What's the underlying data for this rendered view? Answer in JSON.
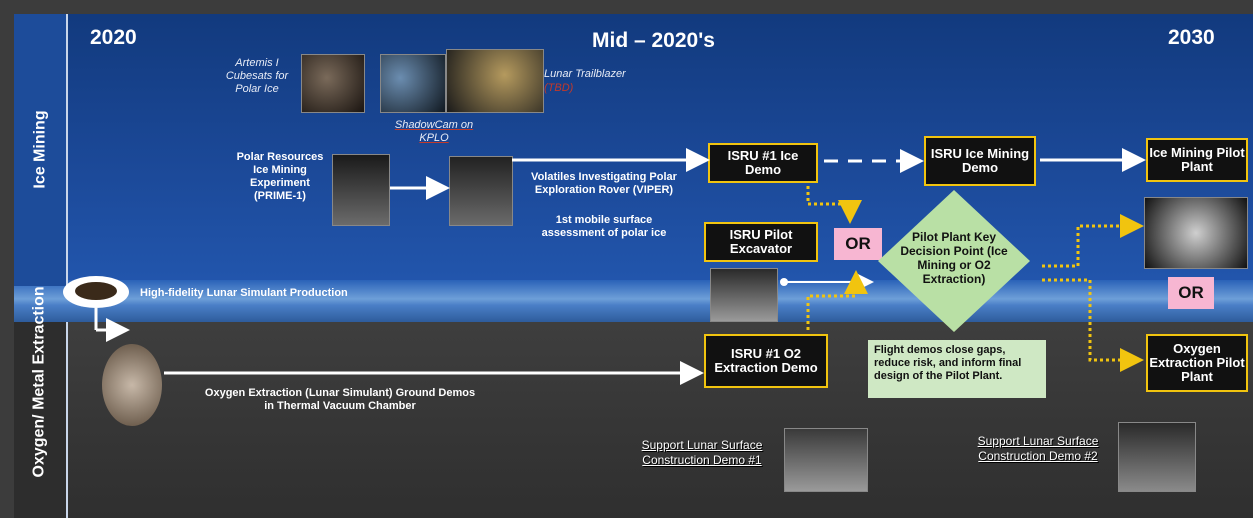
{
  "rows": {
    "top_label": "Ice Mining",
    "bottom_label": "Oxygen/ Metal Extraction"
  },
  "timeline": {
    "start": "2020",
    "mid": "Mid – 2020's",
    "end": "2030"
  },
  "missions": {
    "artemis": "Artemis I Cubesats for Polar Ice",
    "trailblazer": "Lunar Trailblazer",
    "trailblazer_sub": "(TBD)",
    "shadowcam": "ShadowCam on KPLO",
    "prime": "Polar Resources Ice Mining Experiment (PRIME-1)",
    "viper": "Volatiles Investigating Polar Exploration Rover (VIPER)",
    "viper_sub": "1st mobile surface assessment of polar ice",
    "simulant": "High-fidelity Lunar Simulant Production",
    "oxygen_ground": "Oxygen Extraction (Lunar Simulant) Ground Demos in Thermal Vacuum Chamber"
  },
  "boxes": {
    "ice_demo": "ISRU #1 Ice Demo",
    "ice_mining_demo": "ISRU Ice Mining Demo",
    "ice_pilot": "Ice Mining Pilot Plant",
    "excavator": "ISRU Pilot Excavator",
    "o2_demo": "ISRU #1 O2 Extraction Demo",
    "oxygen_pilot": "Oxygen Extraction Pilot Plant"
  },
  "decision": "Pilot Plant Key Decision Point (Ice Mining or O2 Extraction)",
  "or_label": "OR",
  "note": "Flight demos close gaps, reduce risk, and inform final design of the Pilot Plant.",
  "support": {
    "demo1": "Support Lunar Surface Construction Demo #1",
    "demo2": "Support Lunar Surface Construction Demo #2"
  },
  "colors": {
    "accent_box_border": "#f1c40f",
    "or_fill": "#f7b6d2",
    "decision_fill": "#b9e0a5",
    "arrow": "#ffffff",
    "dotted": "#f1c40f"
  }
}
